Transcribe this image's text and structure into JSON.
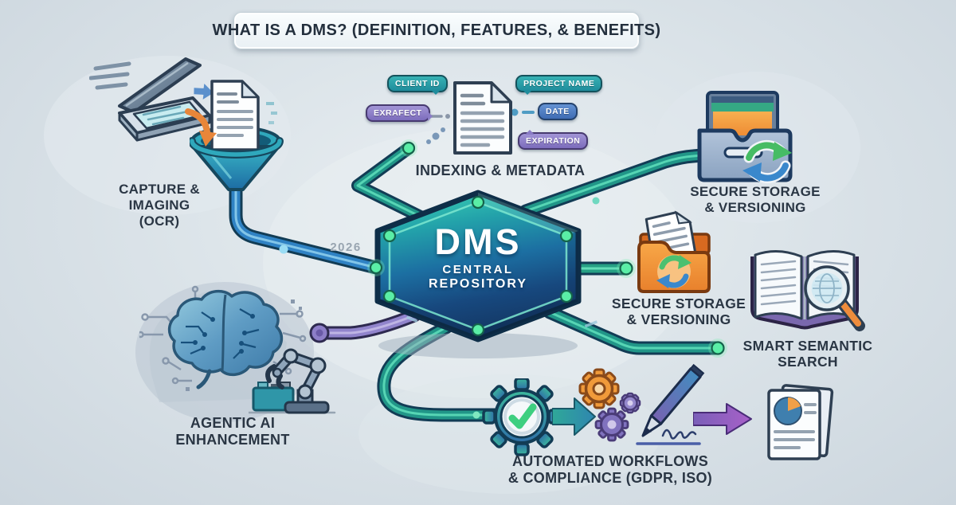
{
  "title": "WHAT IS A DMS? (DEFINITION, FEATURES, & BENEFITS)",
  "hexagon": {
    "acronym": "DMS",
    "subtitle_line1": "CENTRAL",
    "subtitle_line2": "REPOSITORY"
  },
  "year_note": "2026",
  "features": {
    "capture": "CAPTURE &\nIMAGING\n(OCR)",
    "indexing": "INDEXING & METADATA",
    "storage_primary": "SECURE STORAGE\n& VERSIONING",
    "storage_secondary": "SECURE STORAGE\n& VERSIONING",
    "search": "SMART SEMANTIC\nSEARCH",
    "ai": "AGENTIC AI\nENHANCEMENT",
    "workflows": "AUTOMATED WORKFLOWS\n& COMPLIANCE (GDPR, ISO)"
  },
  "metadata_tags": [
    "CLIENT ID",
    "EXRAFECT",
    "PROJECT NAME",
    "DATE",
    "EXPIRATION"
  ],
  "palette": {
    "background": "#d7e0e6",
    "teal_pipe": "#219688",
    "blue_pipe": "#2f82c4",
    "purple_pipe": "#9184cc",
    "node_green": "#5aeea6",
    "hex_top": "#3bd4b4",
    "hex_bottom": "#143a68",
    "accent_orange": "#f09a40",
    "label_text": "#2a3644"
  }
}
